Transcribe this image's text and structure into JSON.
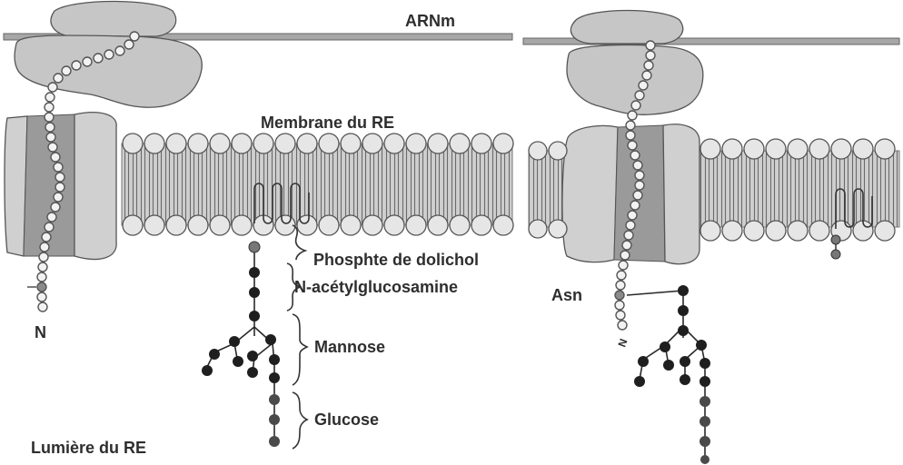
{
  "labels": {
    "mrna": "ARNm",
    "membrane": "Membrane du RE",
    "dolichol": "Phosphte de dolichol",
    "glcnac": "N-acétylglucosamine",
    "mannose": "Mannose",
    "glucose": "Glucose",
    "lumen": "Lumière du RE",
    "n_left": "N",
    "asn": "Asn",
    "n_right": "N"
  },
  "colors": {
    "ribosome": "#c6c6c6",
    "translocon": "#d0d0d0",
    "pore": "#9a9a9a",
    "lipid_head": "#e6e6e6",
    "sugar": "#1f1f1f",
    "glucose": "#4a4a4a"
  }
}
